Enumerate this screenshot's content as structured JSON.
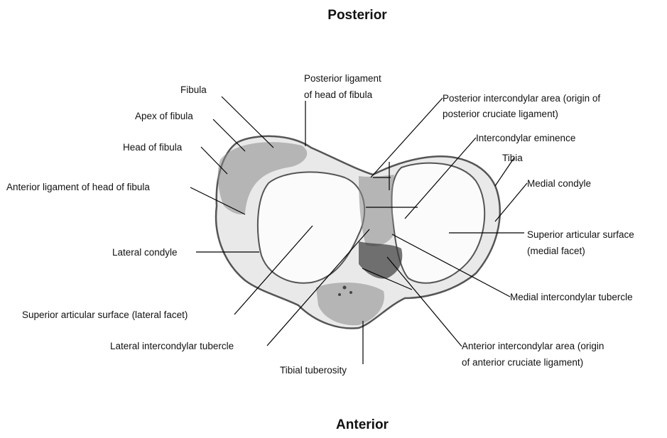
{
  "titles": {
    "top": "Posterior",
    "bottom": "Anterior"
  },
  "labels": {
    "fibula": "Fibula",
    "apex_of_fibula": "Apex of fibula",
    "head_of_fibula": "Head of fibula",
    "anterior_ligament_head_fibula": "Anterior ligament of head of fibula",
    "lateral_condyle": "Lateral condyle",
    "superior_articular_lateral": "Superior articular surface (lateral facet)",
    "lateral_intercondylar_tubercle": "Lateral intercondylar tubercle",
    "tibial_tuberosity": "Tibial tuberosity",
    "posterior_ligament_line1": "Posterior ligament",
    "posterior_ligament_line2": "of head of fibula",
    "posterior_intercondylar_line1": "Posterior intercondylar area (origin of",
    "posterior_intercondylar_line2": "posterior cruciate ligament)",
    "intercondylar_eminence": "Intercondylar eminence",
    "tibia": "Tibia",
    "medial_condyle": "Medial condyle",
    "superior_articular_medial_line1": "Superior articular surface",
    "superior_articular_medial_line2": "(medial facet)",
    "medial_intercondylar_tubercle": "Medial intercondylar tubercle",
    "anterior_intercondylar_line1": "Anterior intercondylar area (origin",
    "anterior_intercondylar_line2": "of anterior cruciate ligament)"
  }
}
